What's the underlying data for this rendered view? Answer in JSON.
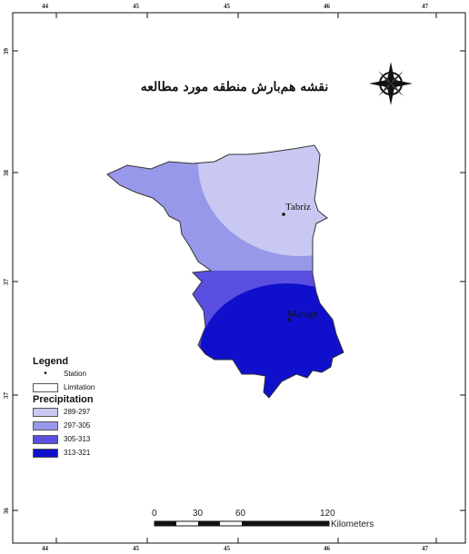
{
  "map": {
    "title": "نقشه هم‌بارش منطقه مورد مطالعه",
    "top_ticks": [
      "44",
      "45",
      "45",
      "46",
      "47"
    ],
    "bottom_ticks": [
      "44",
      "45",
      "45",
      "46",
      "47"
    ],
    "left_ticks": [
      "39",
      "38",
      "37",
      "37",
      "36"
    ],
    "cities": [
      {
        "name": "Tabriz"
      },
      {
        "name": "Maragh"
      }
    ],
    "zone_colors": [
      "#c8c8f2",
      "#9898ea",
      "#5a4fe0",
      "#1010cc"
    ]
  },
  "legend": {
    "title": "Legend",
    "station_label": "Station",
    "limitation_label": "Limitation",
    "precip_title": "Precipitation",
    "classes": [
      {
        "label": "289-297",
        "color": "#c8c8f2"
      },
      {
        "label": "297-305",
        "color": "#9898ea"
      },
      {
        "label": "305-313",
        "color": "#5a4fe0"
      },
      {
        "label": "313-321",
        "color": "#1010cc"
      }
    ]
  },
  "scalebar": {
    "labels": [
      "0",
      "30",
      "60",
      "120"
    ],
    "unit": "Kilometers"
  },
  "north_arrow": {
    "icon": "compass-rose-icon"
  }
}
